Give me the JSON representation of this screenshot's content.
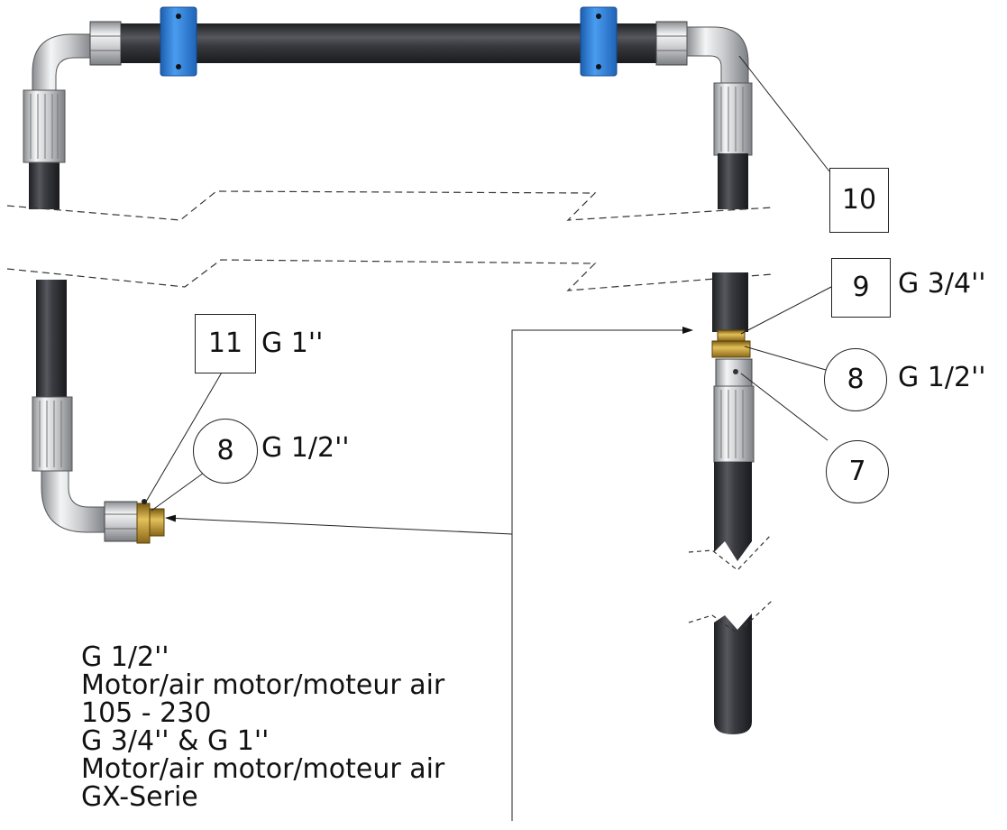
{
  "callouts": {
    "item_10": "10",
    "item_9": "9",
    "item_9_thread": "G 3/4''",
    "item_8_right": "8",
    "item_8_right_thread": "G 1/2''",
    "item_7": "7",
    "item_11": "11",
    "item_11_thread": "G 1''",
    "item_8_left": "8",
    "item_8_left_thread": "G 1/2''"
  },
  "note": {
    "line1": "G 1/2''",
    "line2": "Motor/air motor/moteur air",
    "line3": "105 - 230",
    "line4": "G 3/4'' & G 1''",
    "line5": "Motor/air motor/moteur air",
    "line6": "GX-Serie"
  },
  "colors": {
    "hose": "#2e2f33",
    "hose_highlight": "#5a5c62",
    "clamp": "#2f7fd8",
    "brass": "#b8912a",
    "chrome": "#d4d6d9",
    "line": "#222222"
  }
}
